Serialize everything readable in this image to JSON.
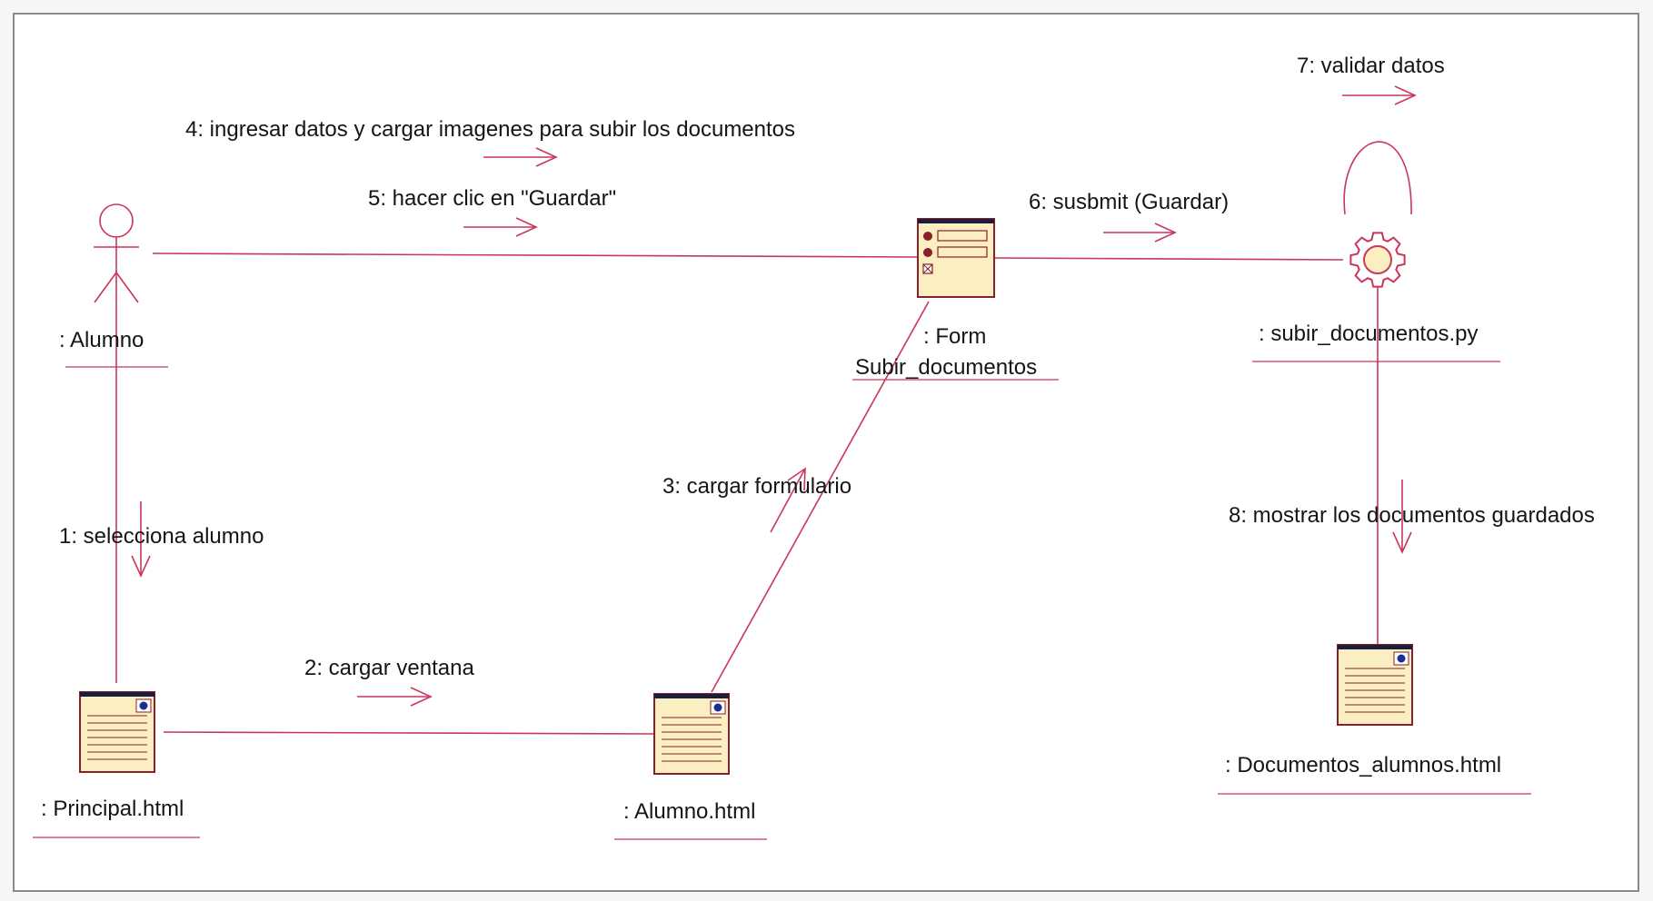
{
  "diagram": {
    "objects": {
      "alumno_actor": ": Alumno",
      "form_line1": ": Form",
      "form_line2": "Subir_documentos",
      "script": ": subir_documentos.py",
      "principal": ": Principal.html",
      "alumno_page": ": Alumno.html",
      "documentos": ": Documentos_alumnos.html"
    },
    "messages": {
      "m1": "1: selecciona alumno",
      "m2": "2: cargar ventana",
      "m3": "3: cargar formulario",
      "m4": "4: ingresar datos y cargar imagenes para subir los documentos",
      "m5": "5: hacer clic en \"Guardar\"",
      "m6": "6: susbmit (Guardar)",
      "m7": "7: validar datos",
      "m8": "8: mostrar los documentos guardados"
    }
  },
  "colors": {
    "link": "#c9365a",
    "page_fill": "#fbeec0",
    "page_border": "#8a1f2a",
    "header": "#1c1c3c",
    "dot": "#1c2f8f"
  },
  "icons": {
    "actor": "stick-figure-icon",
    "form": "form-page-icon",
    "page": "html-page-icon",
    "script": "gear-icon"
  }
}
